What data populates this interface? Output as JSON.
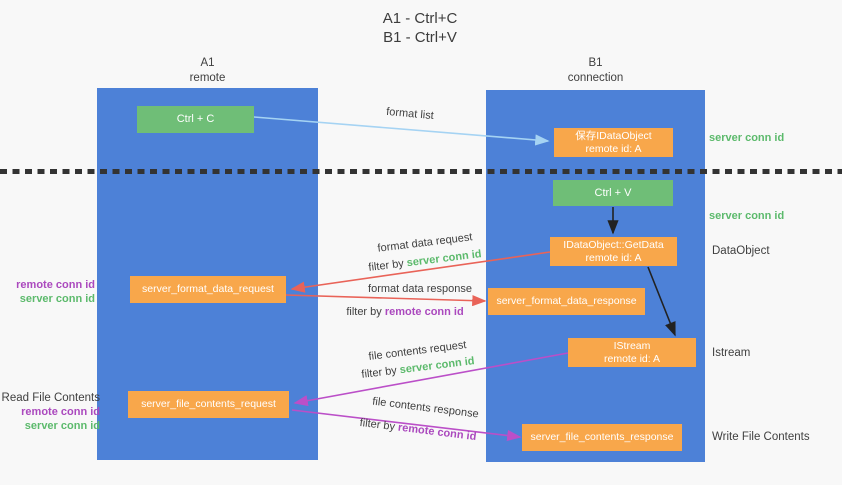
{
  "title": {
    "line1": "A1 - Ctrl+C",
    "line2": "B1 - Ctrl+V"
  },
  "lanes": {
    "left": {
      "title": "A1",
      "subtitle": "remote"
    },
    "right": {
      "title": "B1",
      "subtitle": "connection"
    }
  },
  "nodes": {
    "ctrl_c": {
      "label": "Ctrl + C"
    },
    "ctrl_v": {
      "label": "Ctrl + V"
    },
    "save_dataobject": {
      "line1": "保存IDataObject",
      "line2": "remote id: A"
    },
    "getdata": {
      "line1": "IDataObject::GetData",
      "line2": "remote id: A"
    },
    "istream": {
      "line1": "IStream",
      "line2": "remote id: A"
    },
    "format_request": {
      "label": "server_format_data_request"
    },
    "format_response": {
      "label": "server_format_data_response"
    },
    "file_request": {
      "label": "server_file_contents_request"
    },
    "file_response": {
      "label": "server_file_contents_response"
    }
  },
  "arrow_labels": {
    "format_list": "format list",
    "format_data_request": "format data request",
    "format_data_response": "format data response",
    "file_contents_request": "file contents request",
    "file_contents_response": "file contents response",
    "filter_by": "filter by",
    "server_conn_id": "server conn id",
    "remote_conn_id": "remote conn id"
  },
  "side_labels": {
    "server_conn_id_top": "server conn id",
    "server_conn_id_mid": "server conn id",
    "dataobject": "DataObject",
    "istream": "Istream",
    "write_file_contents": "Write File Contents",
    "read_file_contents": "Read File Contents",
    "remote_conn_id": "remote conn id",
    "server_conn_id": "server conn id"
  },
  "colors": {
    "lane_blue": "#4d81d7",
    "node_green": "#6fbe77",
    "node_orange": "#f8a74b",
    "green_text": "#5cba6c",
    "purple_text": "#ab49be",
    "red_arrow": "#e96358",
    "purple_arrow": "#bb4fc8",
    "blue_arrow": "#a5d3f3",
    "dark_text": "#3f3f3f"
  }
}
